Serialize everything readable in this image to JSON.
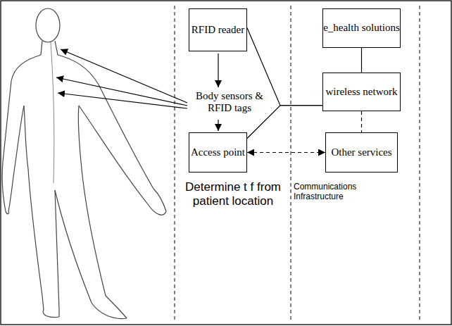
{
  "diagram": {
    "nodes": [
      {
        "text": [
          "RFID reader"
        ]
      },
      {
        "text": [
          "e_health solutions"
        ]
      },
      {
        "text": [
          "wireless network"
        ]
      },
      {
        "text": [
          "Access point"
        ]
      },
      {
        "text": [
          "Other services"
        ]
      }
    ],
    "edges": [
      {
        "from": 0,
        "to": 2,
        "arrow": "none"
      },
      {
        "from": 3,
        "to": 2,
        "arrow": "none"
      },
      {
        "from": 1,
        "to": 2,
        "arrow": "none"
      },
      {
        "from": 2,
        "to": 4,
        "arrow": "none"
      },
      {
        "from": 3,
        "to": 4,
        "arrow": "both"
      }
    ],
    "labels": [
      "Body sensors & RFID tags",
      "Determine t f from patient location",
      "Communications Infrastructure"
    ]
  }
}
